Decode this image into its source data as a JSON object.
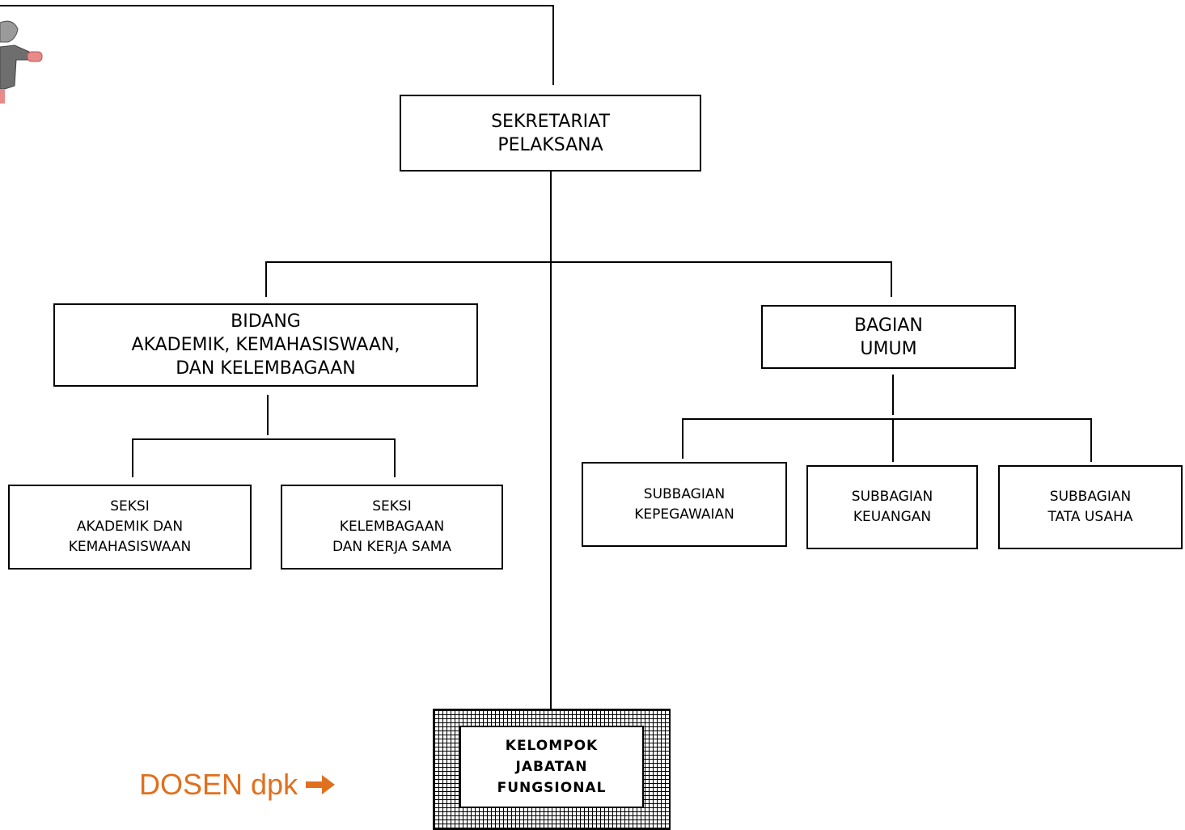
{
  "org_chart": {
    "sekretariat": {
      "line1": "SEKRETARIAT",
      "line2": "PELAKSANA"
    },
    "bidang": {
      "line1": "BIDANG",
      "line2": "AKADEMIK, KEMAHASISWAAN,",
      "line3": "DAN KELEMBAGAAN"
    },
    "bagian": {
      "line1": "BAGIAN",
      "line2": "UMUM"
    },
    "seksi_akademik": {
      "line1": "SEKSI",
      "line2": "AKADEMIK DAN",
      "line3": "KEMAHASISWAAN"
    },
    "seksi_kelembagaan": {
      "line1": "SEKSI",
      "line2": "KELEMBAGAAN",
      "line3": "DAN KERJA SAMA"
    },
    "sub_kepegawaian": {
      "line1": "SUBBAGIAN",
      "line2": "KEPEGAWAIAN"
    },
    "sub_keuangan": {
      "line1": "SUBBAGIAN",
      "line2": "KEUANGAN"
    },
    "sub_tata_usaha": {
      "line1": "SUBBAGIAN",
      "line2": "TATA USAHA"
    },
    "kelompok": {
      "line1": "KELOMPOK",
      "line2": "JABATAN",
      "line3": "FUNGSIONAL"
    }
  },
  "annotation": {
    "text": "DOSEN dpk",
    "color": "#e0701e",
    "icon": "arrow-right-icon"
  },
  "colors": {
    "line": "#000000",
    "accent": "#e0701e"
  }
}
